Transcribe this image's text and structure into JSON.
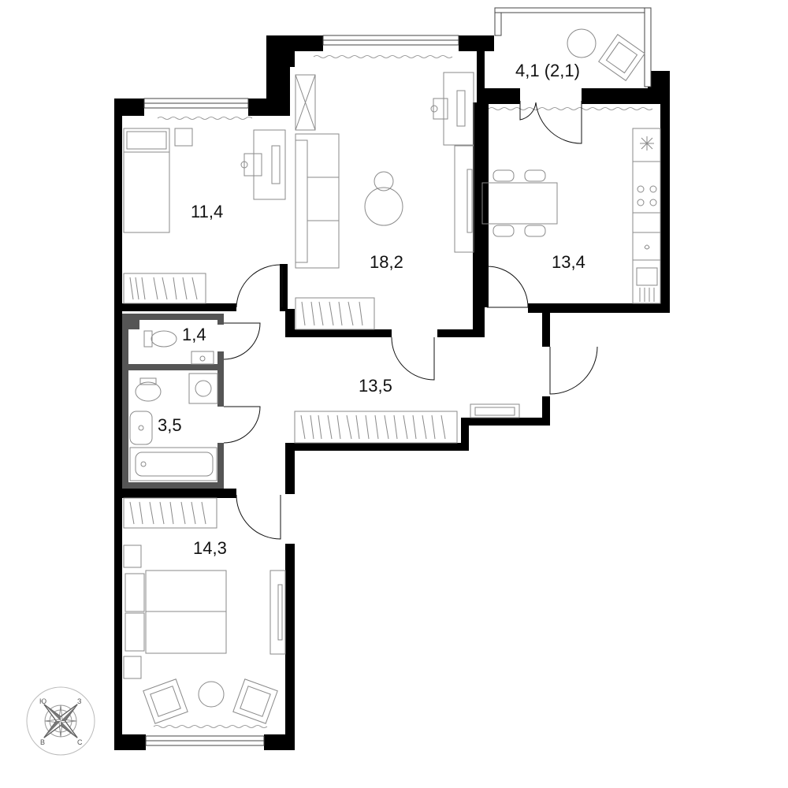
{
  "rooms": {
    "bedroom_small": {
      "area": "11,4"
    },
    "living_room": {
      "area": "18,2"
    },
    "kitchen": {
      "area": "13,4"
    },
    "balcony": {
      "area": "4,1 (2,1)"
    },
    "toilet": {
      "area": "1,4"
    },
    "bathroom": {
      "area": "3,5"
    },
    "hall": {
      "area": "13,5"
    },
    "bedroom_master": {
      "area": "14,3"
    }
  },
  "compass": {
    "letters": {
      "top_left": "Ю",
      "top_right": "З",
      "bottom_left": "В",
      "bottom_right": "С"
    },
    "icon": "compass-rose-icon"
  },
  "colors": {
    "walls": "#000000",
    "partition_walls": "#555555",
    "furniture": "#8a8a8a"
  }
}
